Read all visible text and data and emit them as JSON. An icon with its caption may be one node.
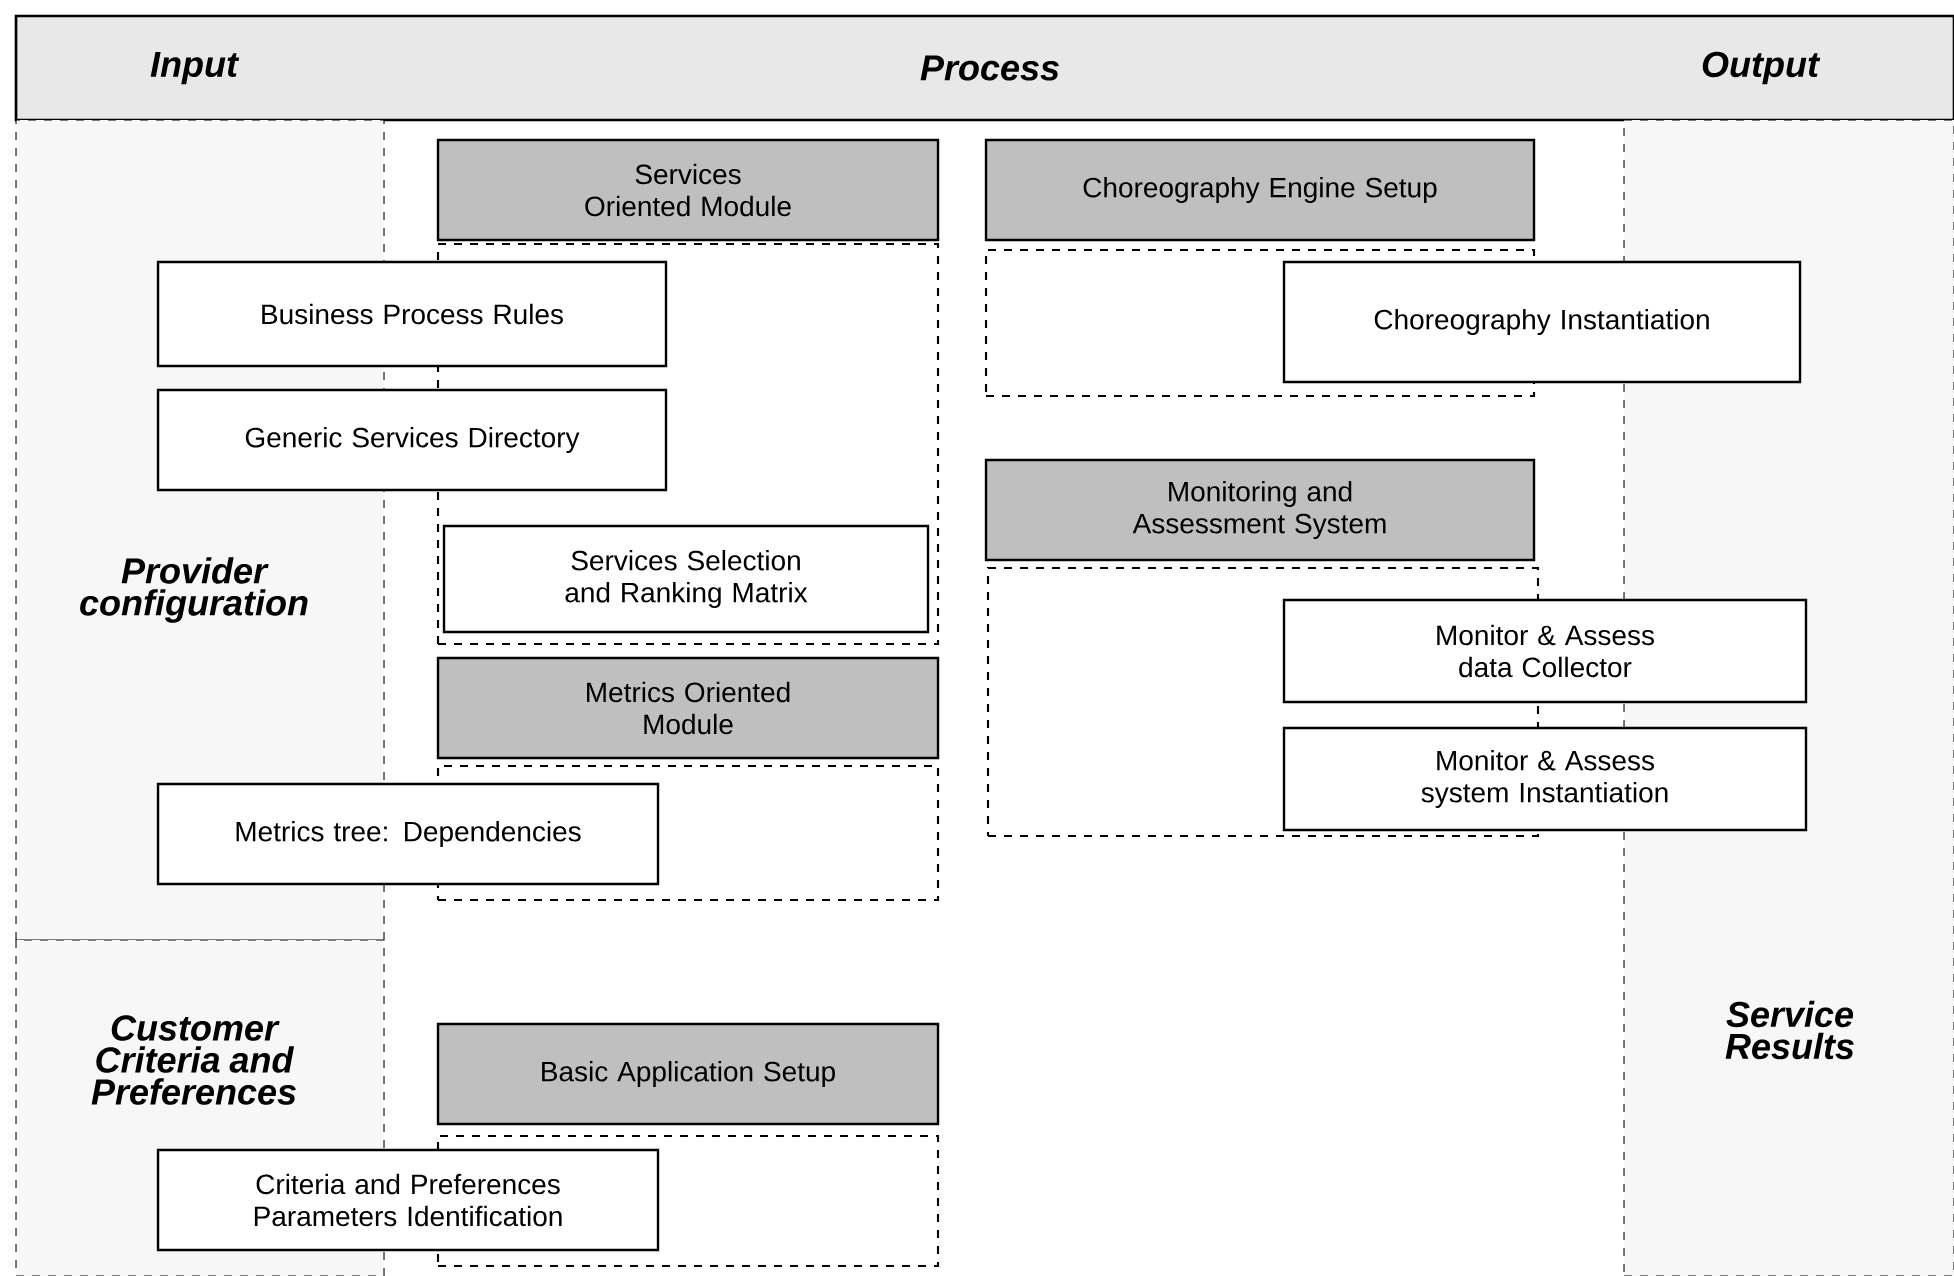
{
  "diagram": {
    "nodes": [
      {
        "text": [
          "Input",
          "Process",
          "Output"
        ]
      },
      {
        "text": [
          "Provider configuration"
        ]
      },
      {
        "text": [
          "Customer Criteria and Preferences"
        ]
      },
      {
        "text": [
          "Service Results"
        ]
      },
      {
        "text": [
          "Services Oriented Module"
        ]
      },
      {
        "text": [],
        "shape": "box"
      },
      {
        "text": [
          "Business Process Rules"
        ]
      },
      {
        "text": [
          "Generic Services Directory"
        ]
      },
      {
        "text": [
          "Services Selection and Ranking Matrix"
        ],
        "in": 5
      },
      {
        "text": [
          "Metrics Oriented Module"
        ]
      },
      {
        "text": [],
        "shape": "box"
      },
      {
        "text": [
          "Metrics tree: Dependencies"
        ]
      },
      {
        "text": [
          "Basic Application Setup"
        ]
      },
      {
        "text": [],
        "shape": "box"
      },
      {
        "text": [
          "Criteria and Preferences Parameters Identification"
        ]
      },
      {
        "text": [
          "Choreography Engine Setup"
        ]
      },
      {
        "text": [],
        "shape": "box"
      },
      {
        "text": [
          "Choreography Instantiation"
        ]
      },
      {
        "text": [
          "Monitoring and Assessment System"
        ]
      },
      {
        "text": [],
        "shape": "box"
      },
      {
        "text": [
          "Monitor & Assess data Collector"
        ]
      },
      {
        "text": [
          "Monitor & Assess system Instantiation"
        ]
      }
    ]
  }
}
